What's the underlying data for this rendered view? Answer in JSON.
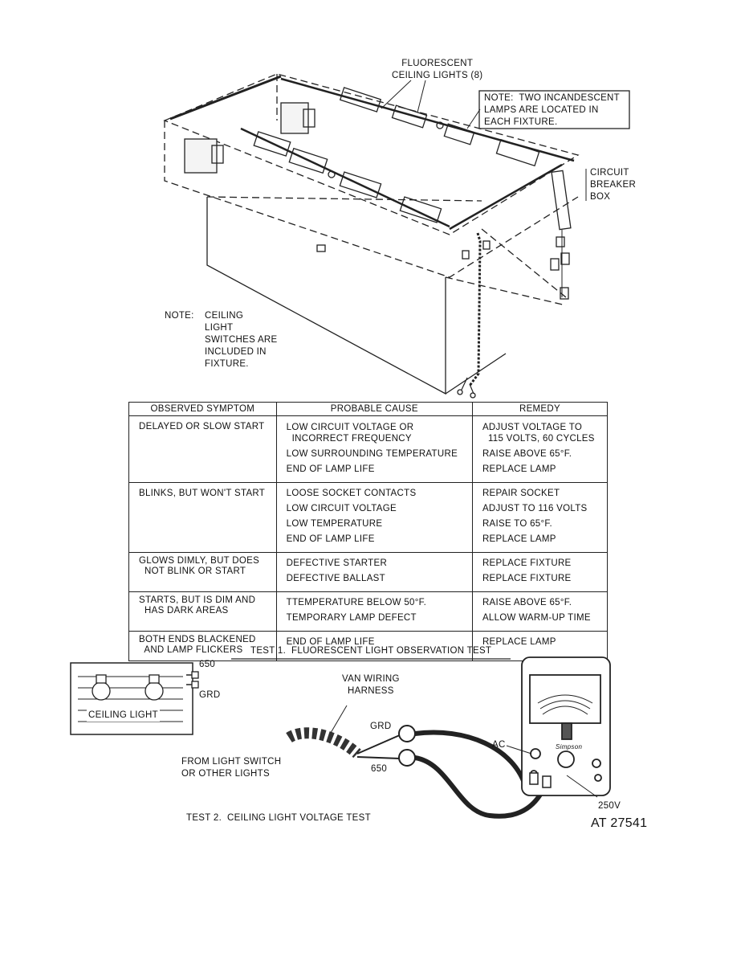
{
  "diagram": {
    "fluorescent_label": "FLUORESCENT\nCEILING LIGHTS (8)",
    "note_incandescent": "NOTE:  TWO INCANDESCENT\nLAMPS ARE LOCATED IN\nEACH FIXTURE.",
    "breaker_label": "CIRCUIT\nBREAKER\nBOX",
    "note_switches_prefix": "NOTE:",
    "note_switches_body": "CEILING\nLIGHT\nSWITCHES ARE\nINCLUDED IN\nFIXTURE."
  },
  "table": {
    "headers": [
      "OBSERVED SYMPTOM",
      "PROBABLE CAUSE",
      "REMEDY"
    ],
    "rows": [
      {
        "symptom": "DELAYED OR SLOW START",
        "causes": [
          "LOW CIRCUIT VOLTAGE OR\n  INCORRECT FREQUENCY",
          "LOW SURROUNDING TEMPERATURE",
          "END OF LAMP LIFE"
        ],
        "remedies": [
          "ADJUST VOLTAGE TO\n  115 VOLTS, 60 CYCLES",
          "RAISE ABOVE 65°F.",
          "REPLACE LAMP"
        ]
      },
      {
        "symptom": "BLINKS, BUT WON'T START",
        "causes": [
          "LOOSE SOCKET CONTACTS",
          "LOW CIRCUIT VOLTAGE",
          "LOW TEMPERATURE",
          "END OF LAMP LIFE"
        ],
        "remedies": [
          "REPAIR SOCKET",
          "ADJUST TO 116 VOLTS",
          "RAISE TO 65°F.",
          "REPLACE LAMP"
        ]
      },
      {
        "symptom": "GLOWS DIMLY, BUT DOES\n  NOT BLINK OR START",
        "causes": [
          "DEFECTIVE STARTER",
          "DEFECTIVE BALLAST"
        ],
        "remedies": [
          "REPLACE FIXTURE",
          "REPLACE FIXTURE"
        ]
      },
      {
        "symptom": "STARTS, BUT IS DIM AND\n  HAS DARK AREAS",
        "causes": [
          "TTEMPERATURE BELOW 50°F.",
          "TEMPORARY LAMP DEFECT"
        ],
        "remedies": [
          "RAISE ABOVE 65°F.",
          "ALLOW WARM-UP TIME"
        ]
      },
      {
        "symptom": "BOTH ENDS BLACKENED\n  AND LAMP FLICKERS",
        "causes": [
          "END OF LAMP LIFE"
        ],
        "remedies": [
          "REPLACE LAMP"
        ]
      }
    ],
    "caption": "TEST 1.  FLUORESCENT LIGHT OBSERVATION TEST"
  },
  "test2": {
    "wire_650_top": "650",
    "wire_grd_top": "GRD",
    "ceiling_light_label": "CEILING LIGHT",
    "harness_label": "VAN WIRING\nHARNESS",
    "grd_label": "GRD",
    "label_650": "650",
    "from_switch_label": "FROM LIGHT SWITCH\nOR OTHER LIGHTS",
    "ac_label": "AC",
    "v250_label": "250V",
    "meter_brand": "Simpson",
    "caption": "TEST 2.  CEILING LIGHT VOLTAGE TEST",
    "figure_id": "AT 27541"
  }
}
